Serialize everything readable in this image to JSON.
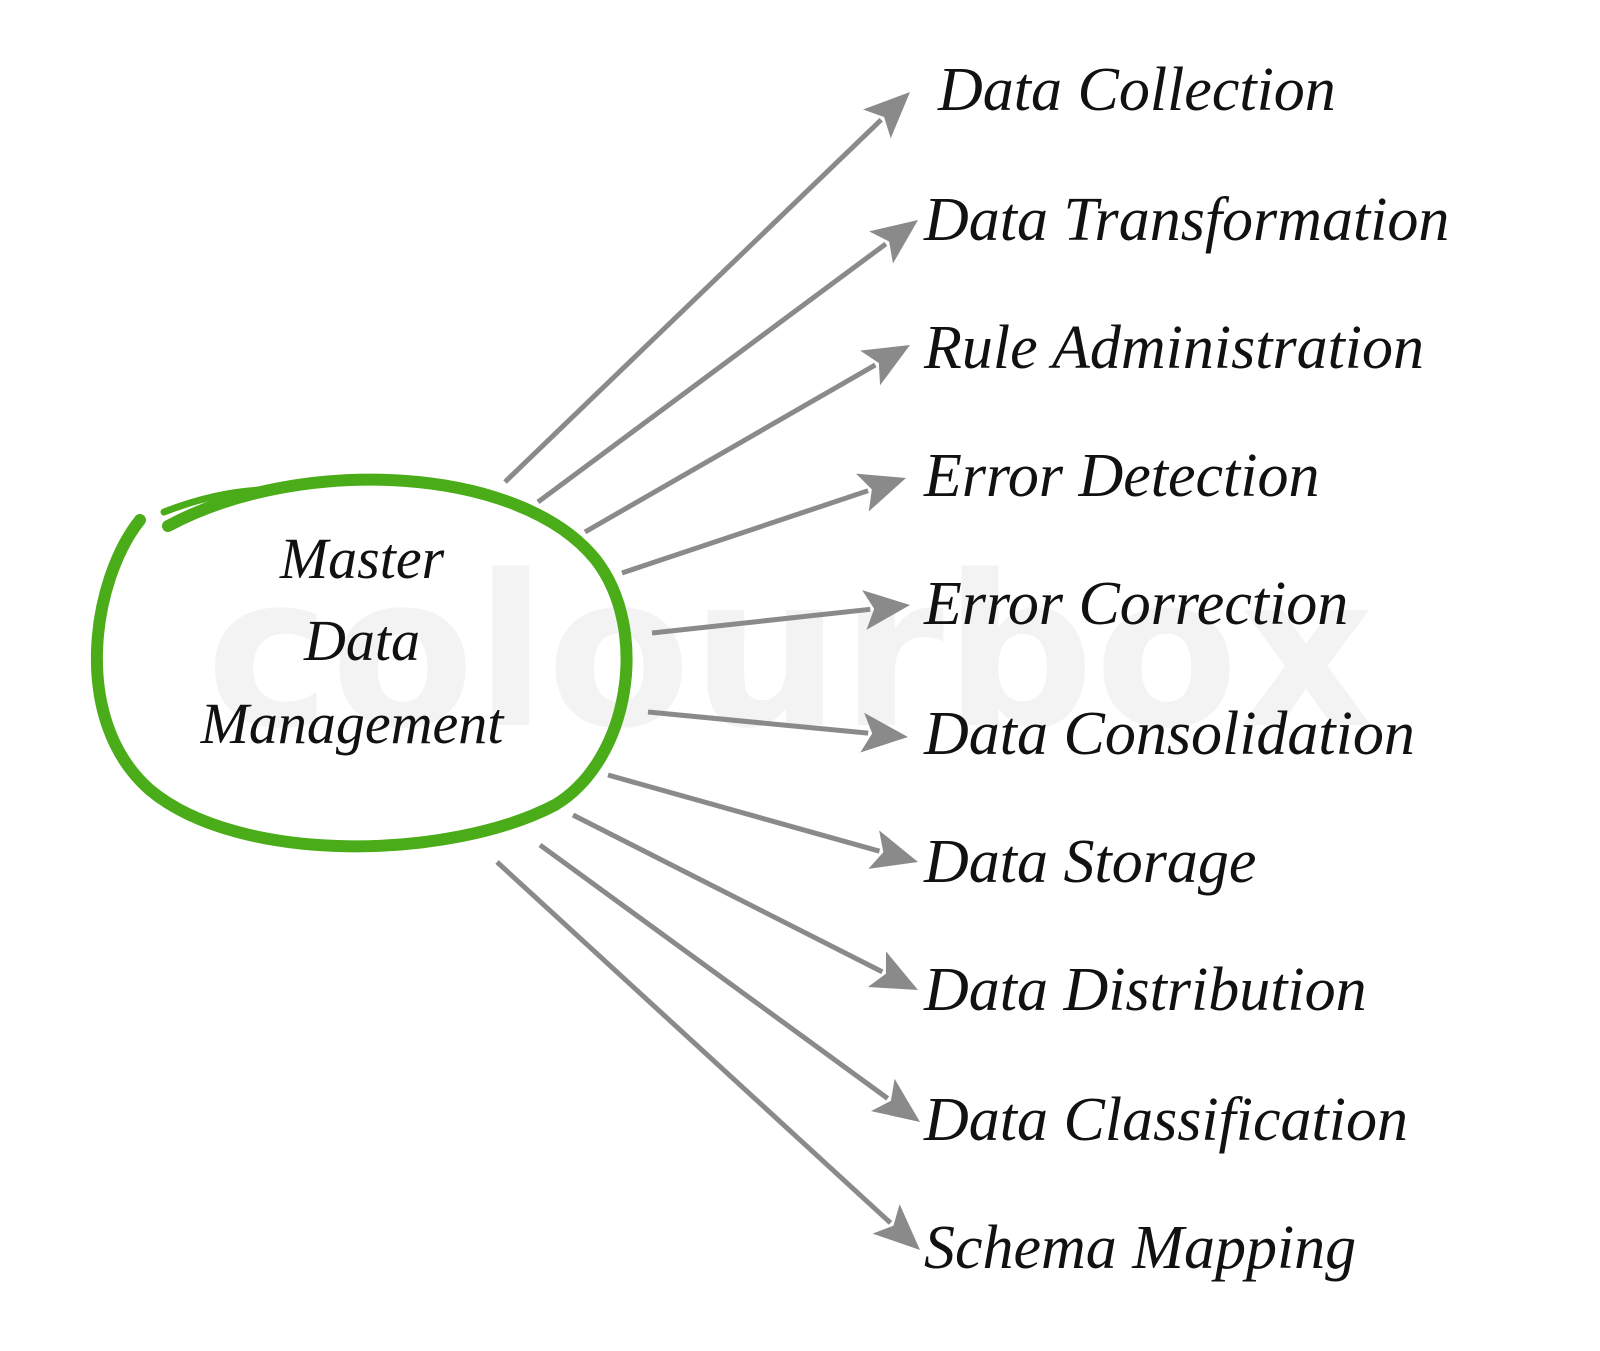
{
  "diagram": {
    "center": {
      "lines": [
        "Master",
        "Data",
        "Management"
      ],
      "ring_color": "#4aac18"
    },
    "arrow_color": "#8a8a8a",
    "watermark": "colourbox",
    "items": [
      {
        "label": "Data Collection"
      },
      {
        "label": "Data Transformation"
      },
      {
        "label": "Rule Administration"
      },
      {
        "label": "Error Detection"
      },
      {
        "label": "Error Correction"
      },
      {
        "label": "Data Consolidation"
      },
      {
        "label": "Data Storage"
      },
      {
        "label": "Data Distribution"
      },
      {
        "label": "Data Classification"
      },
      {
        "label": "Schema Mapping"
      }
    ]
  }
}
